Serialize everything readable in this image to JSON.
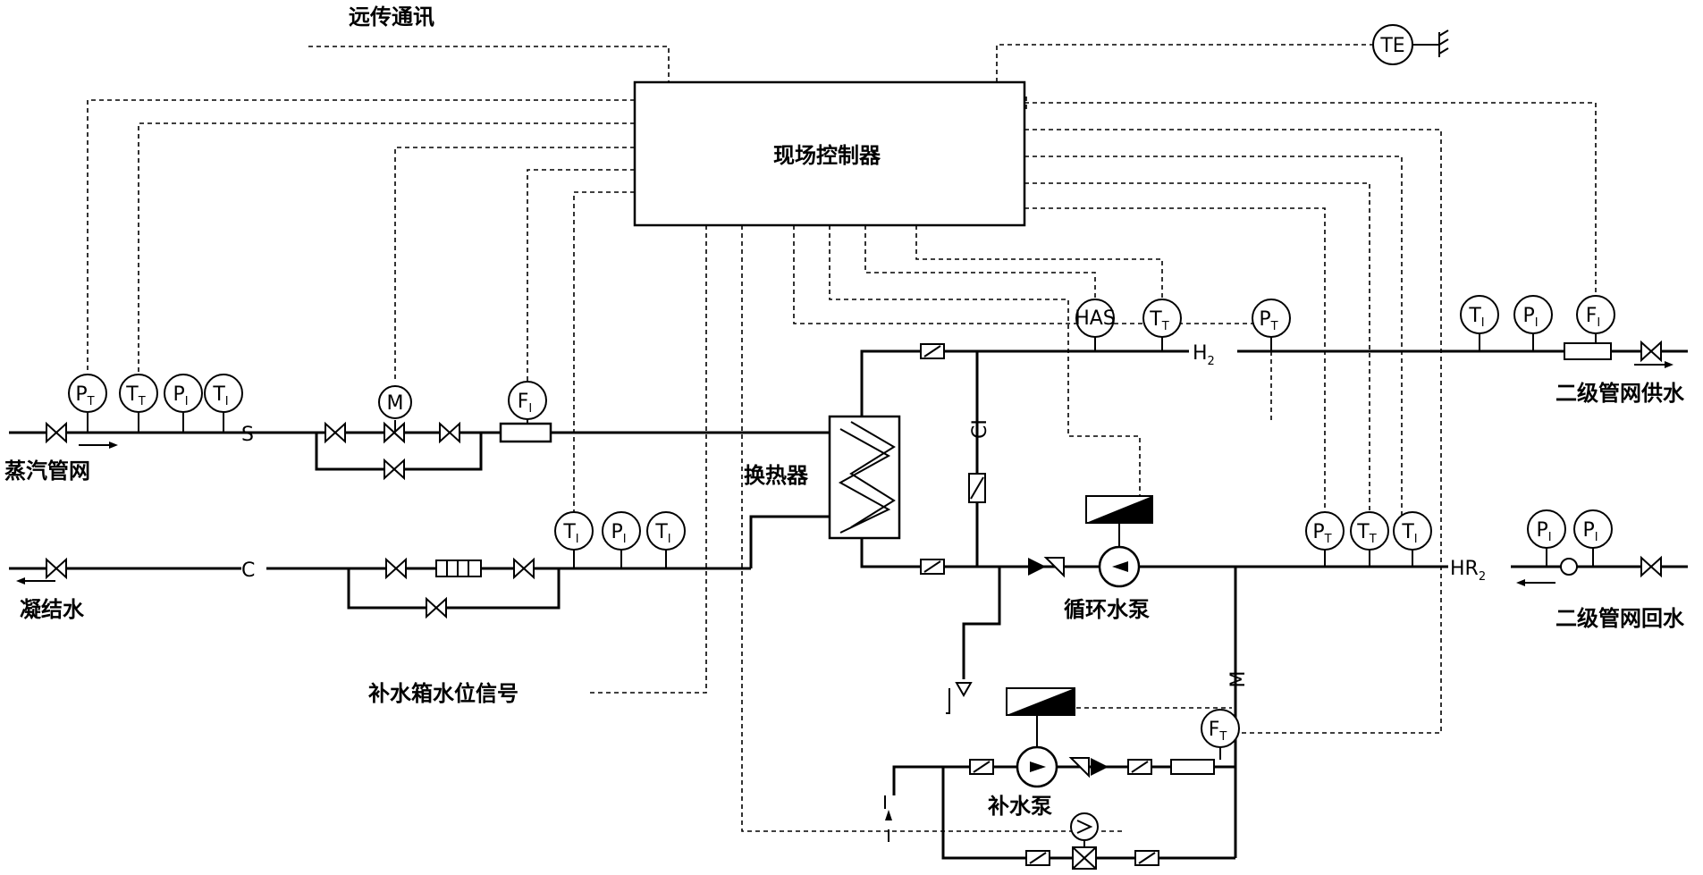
{
  "labels": {
    "remote": "远传通讯",
    "controller": "现场控制器",
    "steam": "蒸汽管网",
    "condensate": "凝结水",
    "exchanger": "换热器",
    "supply": "二级管网供水",
    "return": "二级管网回水",
    "circ_pump": "循环水泵",
    "makeup_pump": "补水泵",
    "tank_signal": "补水箱水位信号"
  },
  "points": {
    "S": "S",
    "C": "C",
    "H": "H",
    "H_sub": "2",
    "HR": "HR",
    "HR_sub": "2",
    "CI": "CI",
    "M": "M"
  },
  "instruments": {
    "steam": [
      {
        "main": "P",
        "sub": "T"
      },
      {
        "main": "T",
        "sub": "T"
      },
      {
        "main": "P",
        "sub": "I"
      },
      {
        "main": "T",
        "sub": "I"
      }
    ],
    "motor": {
      "main": "M",
      "sub": ""
    },
    "steam_flow": {
      "main": "F",
      "sub": "I"
    },
    "cond": [
      {
        "main": "T",
        "sub": "I"
      },
      {
        "main": "P",
        "sub": "I"
      },
      {
        "main": "T",
        "sub": "I"
      }
    ],
    "te": {
      "main": "TE",
      "sub": ""
    },
    "hls": {
      "main": "HAS",
      "sub": ""
    },
    "h2_tt": {
      "main": "T",
      "sub": "T"
    },
    "h2_pt": {
      "main": "P",
      "sub": "T"
    },
    "supply": [
      {
        "main": "T",
        "sub": "I"
      },
      {
        "main": "P",
        "sub": "I"
      },
      {
        "main": "F",
        "sub": "I"
      }
    ],
    "ret": [
      {
        "main": "P",
        "sub": "T"
      },
      {
        "main": "T",
        "sub": "T"
      },
      {
        "main": "T",
        "sub": "I"
      }
    ],
    "ret_right": [
      {
        "main": "P",
        "sub": "I"
      },
      {
        "main": "P",
        "sub": "I"
      }
    ],
    "makeup_flow": {
      "main": "F",
      "sub": "T"
    }
  }
}
